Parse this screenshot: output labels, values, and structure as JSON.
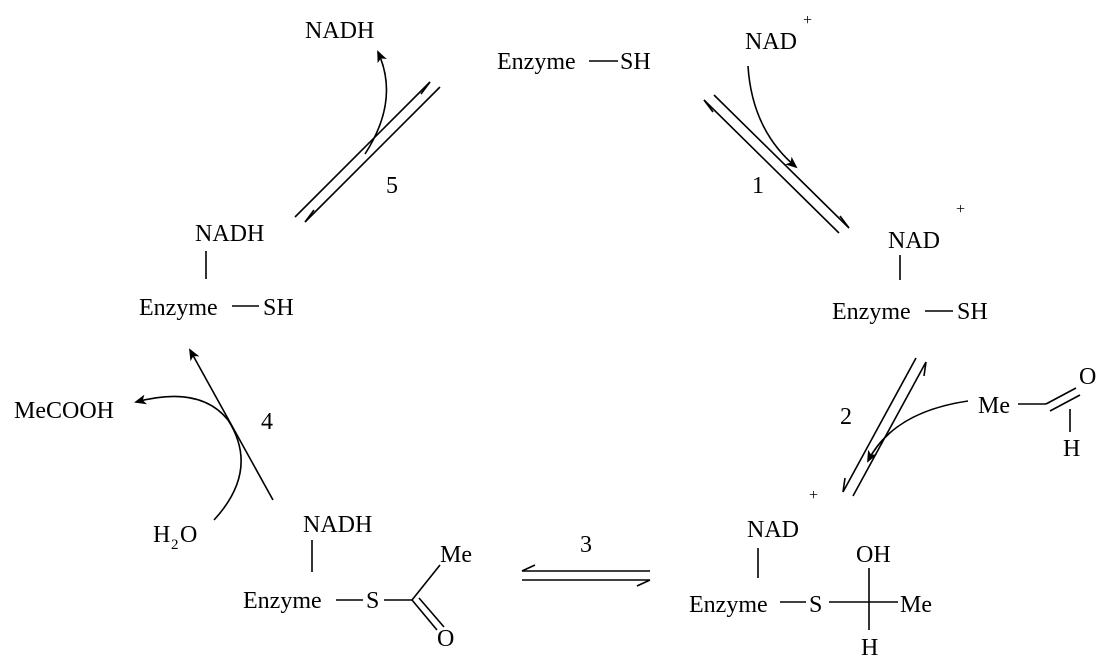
{
  "species": {
    "enzyme_sh": {
      "enzyme": "Enzyme",
      "sh": "SH"
    },
    "nad_plus_free": {
      "nad": "NAD",
      "plus": "+"
    },
    "nadh_free": "NADH",
    "complex_nad": {
      "nad": "NAD",
      "plus": "+",
      "enzyme": "Enzyme",
      "sh": "SH"
    },
    "acetaldehyde": {
      "me": "Me",
      "o": "O",
      "h": "H"
    },
    "hemithioacetal": {
      "nad": "NAD",
      "plus": "+",
      "enzyme": "Enzyme",
      "s": "S",
      "oh": "OH",
      "me": "Me",
      "h": "H"
    },
    "thioester": {
      "nadh": "NADH",
      "enzyme": "Enzyme",
      "s": "S",
      "me": "Me",
      "o": "O"
    },
    "complex_nadh": {
      "nadh": "NADH",
      "enzyme": "Enzyme",
      "sh": "SH"
    },
    "acetic_acid": "MeCOOH",
    "water": {
      "h": "H",
      "sub": "2",
      "o": "O"
    }
  },
  "steps": [
    "1",
    "2",
    "3",
    "4",
    "5"
  ]
}
